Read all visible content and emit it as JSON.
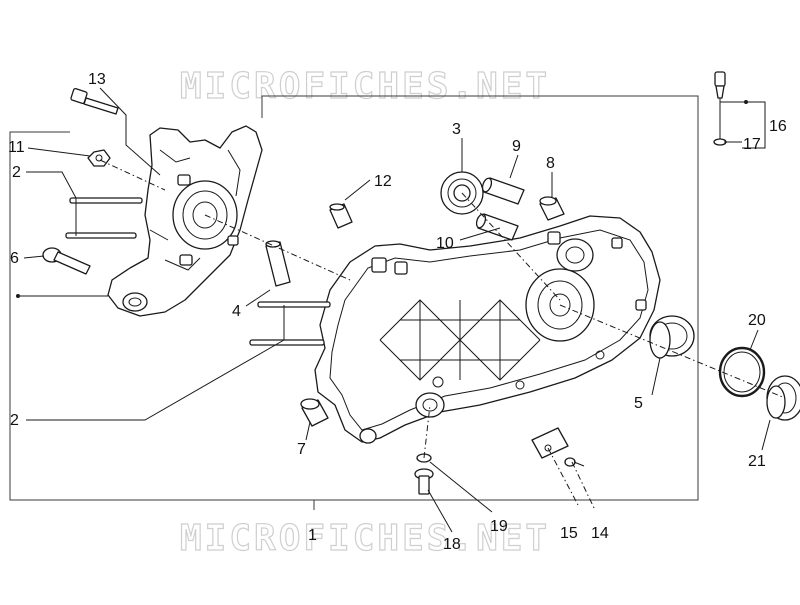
{
  "watermark": {
    "top": "MICROFICHES.NET",
    "bottom": "MICROFICHES.NET"
  },
  "callouts": {
    "n1": "1",
    "n2a": "2",
    "n2b": "2",
    "n3": "3",
    "n4": "4",
    "n5": "5",
    "n6": "6",
    "n7": "7",
    "n8": "8",
    "n9": "9",
    "n10": "10",
    "n11": "11",
    "n12": "12",
    "n13": "13",
    "n14": "14",
    "n15": "15",
    "n16": "16",
    "n17": "17",
    "n18": "18",
    "n19": "19",
    "n20": "20",
    "n21": "21"
  },
  "colors": {
    "ink": "#1a1a1a",
    "watermark": "#cfcfcf",
    "background": "#ffffff"
  }
}
